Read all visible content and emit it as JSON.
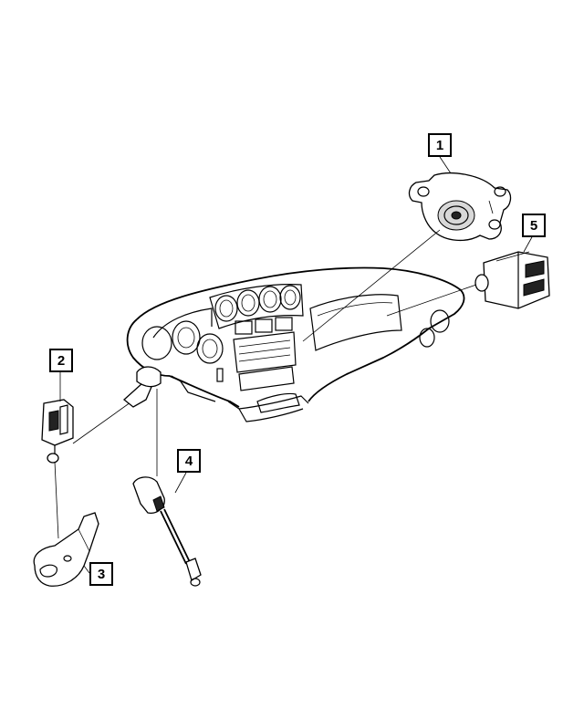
{
  "callouts": {
    "c1": "1",
    "c2": "2",
    "c3": "3",
    "c4": "4",
    "c5": "5"
  },
  "icons": {
    "dashboard": "dashboard-assembly-icon",
    "part1": "clockspring-round-module-icon",
    "part2": "switch-housing-icon",
    "part3": "bracket-plate-icon",
    "part4": "lock-cylinder-shaft-icon",
    "part5": "rectangular-switch-module-icon"
  }
}
